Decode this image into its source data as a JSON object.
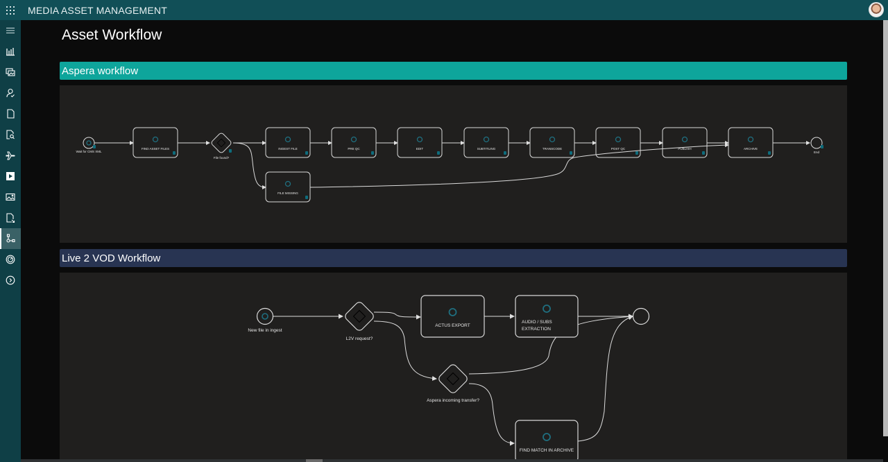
{
  "app": {
    "title": "MEDIA ASSET MANAGEMENT",
    "waffle_icon": "app-launcher-icon",
    "avatar_icon": "user-avatar"
  },
  "colors": {
    "topbar": "#114f57",
    "sidebar": "#0f3f46",
    "aspera_header": "#0ea59b",
    "l2v_header": "#283452",
    "canvas": "#201f1e",
    "node_icon": "#1f6f80",
    "badge": "#0e6c7c"
  },
  "sidebar": {
    "items": [
      {
        "icon": "hamburger-menu-icon"
      },
      {
        "icon": "bar-chart-icon"
      },
      {
        "icon": "image-gallery-icon"
      },
      {
        "icon": "user-check-icon"
      },
      {
        "icon": "document-icon"
      },
      {
        "icon": "document-search-icon"
      },
      {
        "icon": "airplane-icon"
      },
      {
        "icon": "play-icon"
      },
      {
        "icon": "image-icon"
      },
      {
        "icon": "document-export-icon"
      },
      {
        "icon": "workflow-icon",
        "active": true
      },
      {
        "icon": "gauge-icon"
      },
      {
        "icon": "chevron-right-circle-icon"
      }
    ]
  },
  "page": {
    "title": "Asset Workflow"
  },
  "workflows": [
    {
      "title": "Aspera workflow",
      "start_label": "Wait for CMS XML",
      "gateway_label": "File found?",
      "end_label": "End",
      "tasks": [
        "FIND ASSET FILES",
        "INGEST FILE",
        "PRE QC",
        "EDIT",
        "SUBTITLING",
        "TRANSCODE",
        "POST QC",
        "PUBLISH",
        "ARCHIVE"
      ],
      "missing_task": "FILE MISSING"
    },
    {
      "title": "Live 2 VOD Workflow",
      "start_label": "New file in ingest",
      "gateway1_label": "L2V request?",
      "gateway2_label": "Aspera incoming transfer?",
      "task1": "ACTUS EXPORT",
      "task2_line1": "AUDIO / SUBS",
      "task2_line2": "EXTRACTION",
      "task3": "FIND MATCH IN ARCHIVE"
    }
  ]
}
